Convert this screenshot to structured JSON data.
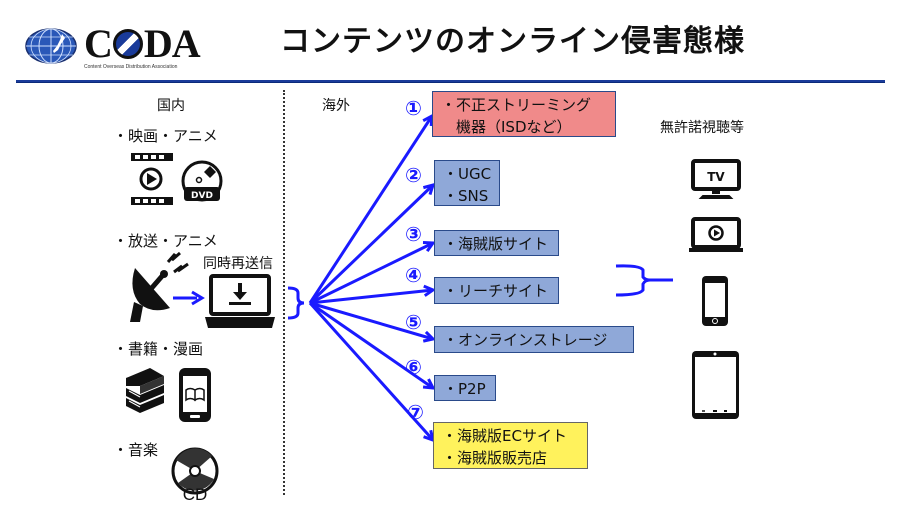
{
  "header": {
    "logo_word": "CODA",
    "logo_subtitle": "Content Overseas Distribution Association",
    "title": "コンテンツのオンライン侵害態様",
    "rule_color": "#1a3b9a"
  },
  "domestic": {
    "heading": "国内",
    "categories": [
      {
        "label": "・映画・アニメ",
        "icons": [
          "film-play-icon",
          "dvd-icon"
        ]
      },
      {
        "label": "・放送・アニメ",
        "icons": [
          "satellite-dish-icon",
          "laptop-download-icon"
        ],
        "note": "同時再送信"
      },
      {
        "label": "・書籍・漫画",
        "icons": [
          "books-icon",
          "smartphone-ebook-icon"
        ]
      },
      {
        "label": "・音楽",
        "icons": [
          "cd-icon"
        ]
      }
    ]
  },
  "overseas": {
    "heading": "海外",
    "arrow_color": "#1a1aff",
    "routes": [
      {
        "number": "①",
        "lines": [
          "・不正ストリーミング",
          "　機器（ISDなど）"
        ],
        "color": "red"
      },
      {
        "number": "②",
        "lines": [
          "・UGC",
          "・SNS"
        ],
        "color": "blue"
      },
      {
        "number": "③",
        "lines": [
          "・海賊版サイト"
        ],
        "color": "blue"
      },
      {
        "number": "④",
        "lines": [
          "・リーチサイト"
        ],
        "color": "blue"
      },
      {
        "number": "⑤",
        "lines": [
          "・オンラインストレージ"
        ],
        "color": "blue"
      },
      {
        "number": "⑥",
        "lines": [
          "・P2P"
        ],
        "color": "blue"
      },
      {
        "number": "⑦",
        "lines": [
          "・海賊版ECサイト",
          "・海賊版販売店"
        ],
        "color": "yellow"
      }
    ]
  },
  "viewing": {
    "heading": "無許諾視聴等",
    "devices": [
      "tv-icon",
      "laptop-play-icon",
      "smartphone-icon",
      "tablet-icon"
    ],
    "tv_label": "TV",
    "dvd_label": "DVD",
    "cd_label": "CD"
  },
  "colors": {
    "box_red": "#f08a8a",
    "box_blue": "#8fa8d8",
    "box_yellow": "#fff25c",
    "arrow": "#1a1aff"
  }
}
